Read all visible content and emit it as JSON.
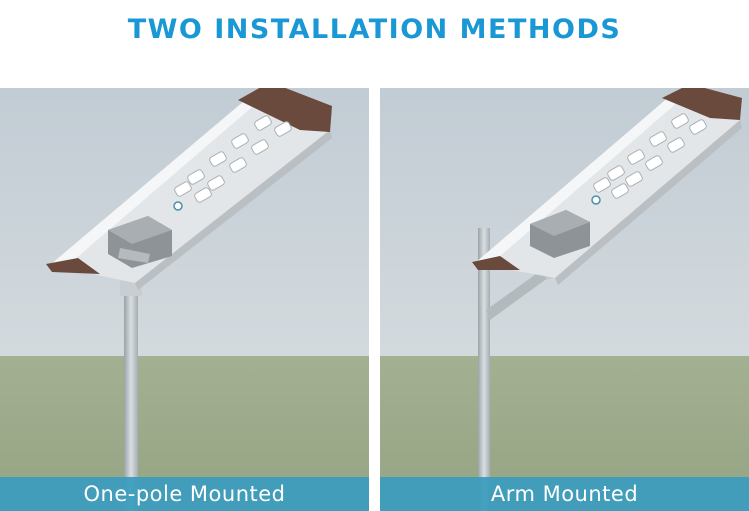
{
  "title": "TWO INSTALLATION METHODS",
  "panels": [
    {
      "caption": "One-pole Mounted",
      "icon": "one-pole-streetlight-image"
    },
    {
      "caption": "Arm Mounted",
      "icon": "arm-mounted-streetlight-image"
    }
  ],
  "colors": {
    "title": "#1a97d5",
    "sky": "#c5cfd6",
    "ground": "#9fad8e",
    "caption_bar": "#3a9cbd",
    "lamp_cap": "#6b4a3e"
  }
}
